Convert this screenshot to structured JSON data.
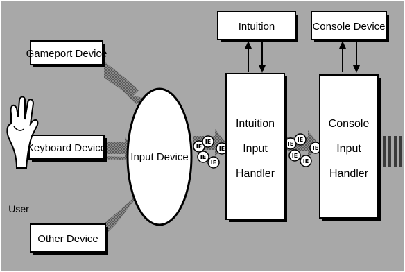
{
  "diagram": {
    "background_color": "#a8a8a8",
    "box_fill": "#ffffff",
    "line_color": "#000000",
    "arrow_color": "#707070",
    "user": {
      "label": "User",
      "icon": "hand-icon"
    },
    "sources": [
      {
        "label": "Gameport Device"
      },
      {
        "label": "Keyboard Device"
      },
      {
        "label": "Other Device"
      }
    ],
    "input_device": {
      "label": "Input Device"
    },
    "intuition": {
      "label": "Intuition"
    },
    "intuition_handler": {
      "lines": [
        "Intuition",
        "Input",
        "Handler"
      ]
    },
    "console_device": {
      "label": "Console Device"
    },
    "console_handler": {
      "lines": [
        "Console",
        "Input",
        "Handler"
      ]
    },
    "event_token": {
      "label": "IE",
      "icon": "input-event-icon"
    }
  }
}
